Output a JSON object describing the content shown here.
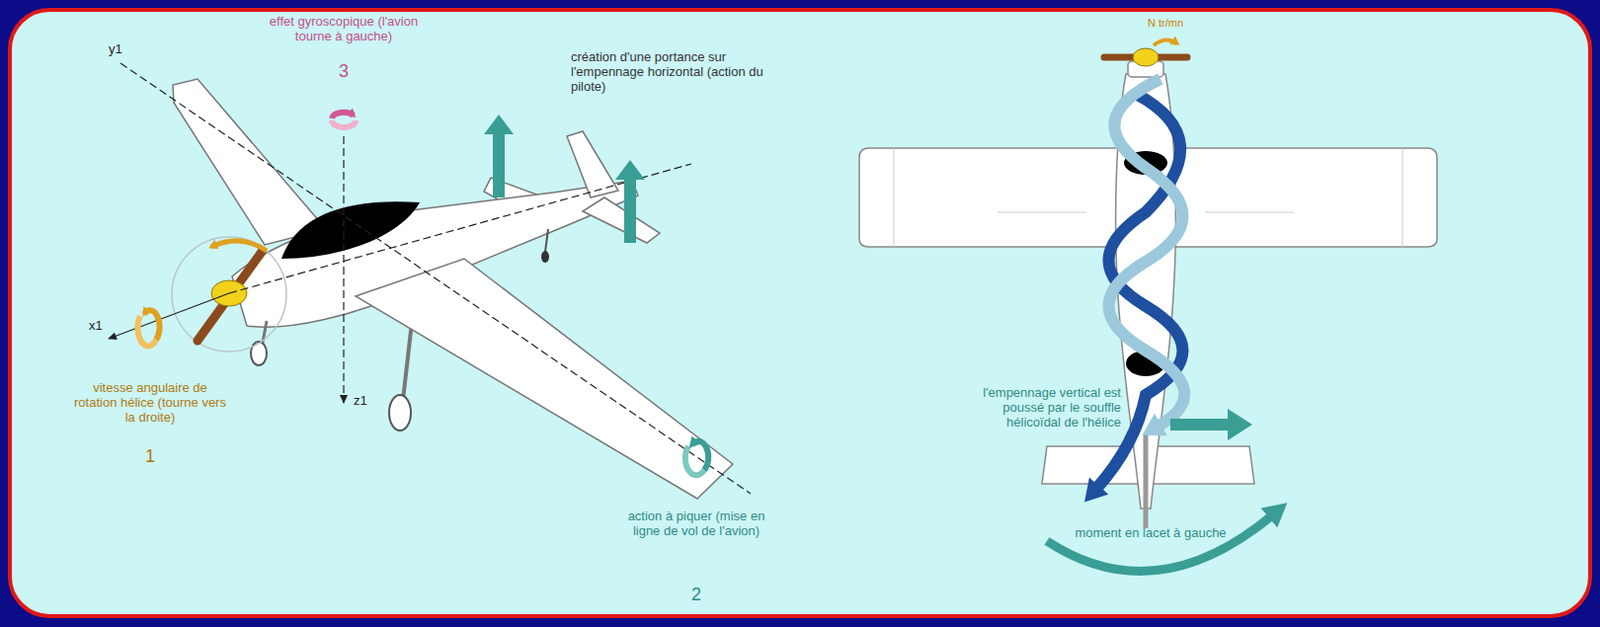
{
  "diagram": {
    "labels": [
      "effet gyroscopique (l'avion tourne à gauche)",
      "3",
      "création d'une portance sur l'empennage horizontal (action du pilote)",
      "y1",
      "x1",
      "z1",
      "vitesse angulaire de rotation hélice (tourne vers la droite)",
      "1",
      "action à piquer (mise en ligne de vol de l'avion)",
      "2",
      "N tr/mn",
      "l'empennage vertical est poussé par le souffle hélicoïdal de l'hélice",
      "moment en lacet à gauche"
    ]
  }
}
